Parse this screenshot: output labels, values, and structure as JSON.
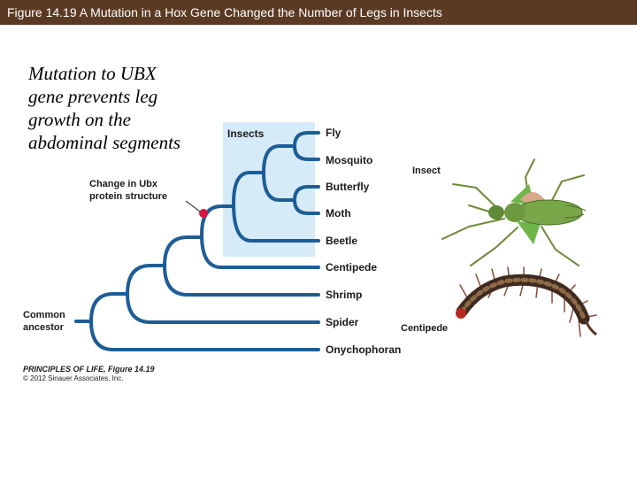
{
  "slide": {
    "title": "Figure 14.19  A Mutation in a Hox Gene Changed the Number of Legs in Insects"
  },
  "annotation": {
    "lines": [
      "Mutation to UBX",
      "gene prevents leg",
      "growth on the",
      "abdominal segments"
    ]
  },
  "tree": {
    "group_label": "Insects",
    "event_label_lines": [
      "Change in Ubx",
      "protein structure"
    ],
    "root_label_lines": [
      "Common",
      "ancestor"
    ],
    "taxa": [
      "Fly",
      "Mosquito",
      "Butterfly",
      "Moth",
      "Beetle",
      "Centipede",
      "Shrimp",
      "Spider",
      "Onychophoran"
    ],
    "colors": {
      "branch": "#1d5d97",
      "group_highlight": "#d6ebf8",
      "event_marker": "#d9143f"
    }
  },
  "photos": {
    "insect_label": "Insect",
    "centipede_label": "Centipede"
  },
  "credit": {
    "line1": "PRINCIPLES OF LIFE, Figure 14.19",
    "line2": "© 2012 Sinauer Associates, Inc."
  }
}
